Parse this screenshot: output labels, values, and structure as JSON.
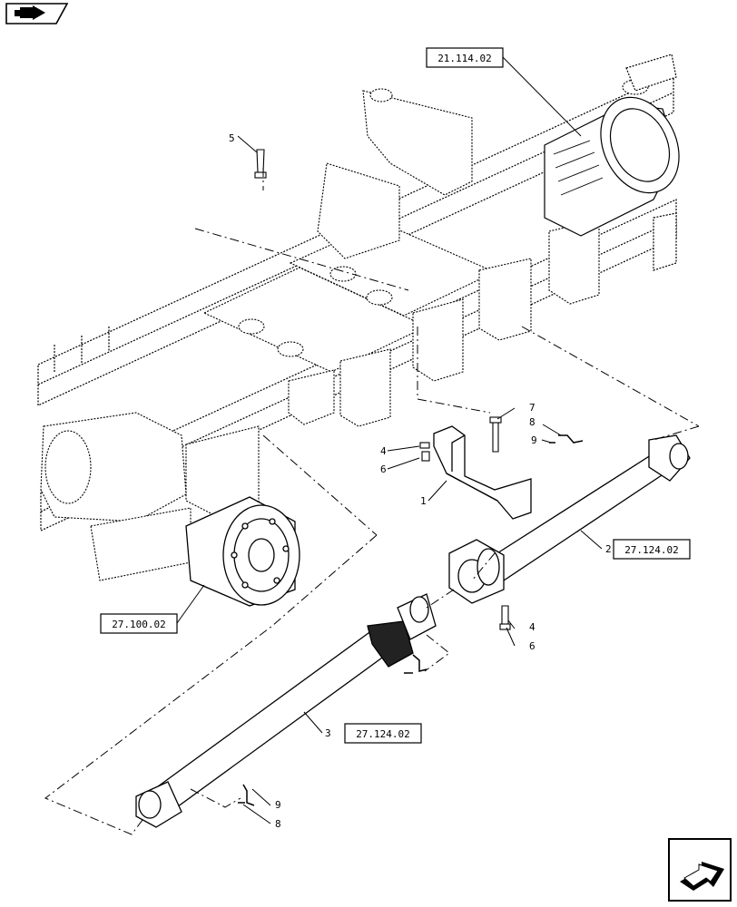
{
  "references": {
    "transmission": "21.114.02",
    "driveshaft_front": "27.124.02",
    "driveshaft_rear": "27.124.02",
    "rear_axle": "27.100.02"
  },
  "callouts": {
    "c1": "1",
    "c2": "2",
    "c3": "3",
    "c4a": "4",
    "c4b": "4",
    "c5": "5",
    "c6a": "6",
    "c6b": "6",
    "c7": "7",
    "c8a": "8",
    "c8b": "8",
    "c9a": "9",
    "c9b": "9"
  },
  "icons": {
    "top_left": "previous-page-icon",
    "bottom_right": "next-page-icon"
  }
}
